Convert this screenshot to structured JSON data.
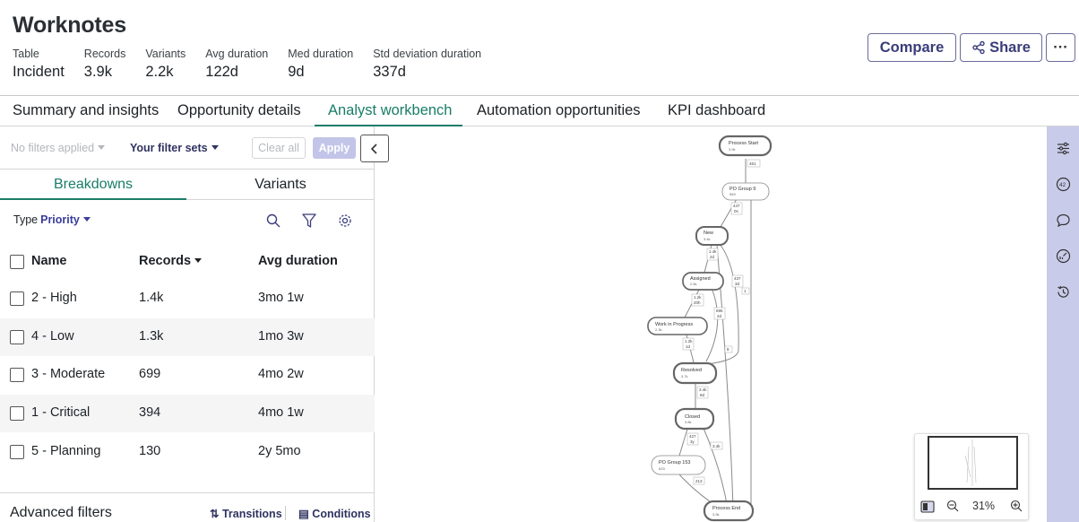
{
  "header": {
    "title": "Worknotes",
    "stats": [
      {
        "label": "Table",
        "value": "Incident"
      },
      {
        "label": "Records",
        "value": "3.9k"
      },
      {
        "label": "Variants",
        "value": "2.2k"
      },
      {
        "label": "Avg duration",
        "value": "122d"
      },
      {
        "label": "Med duration",
        "value": "9d"
      },
      {
        "label": "Std deviation duration",
        "value": "337d"
      }
    ],
    "compare_label": "Compare",
    "share_label": "Share",
    "more_label": "···"
  },
  "tabs": [
    {
      "label": "Summary and insights"
    },
    {
      "label": "Opportunity details"
    },
    {
      "label": "Analyst workbench",
      "active": true
    },
    {
      "label": "Automation opportunities"
    },
    {
      "label": "KPI dashboard"
    }
  ],
  "filters": {
    "no_filters": "No filters applied",
    "filter_sets": "Your filter sets",
    "clear_all": "Clear all",
    "apply": "Apply"
  },
  "subtabs": [
    {
      "label": "Breakdowns",
      "active": true
    },
    {
      "label": "Variants"
    }
  ],
  "type_row": {
    "label": "Type",
    "value": "Priority"
  },
  "table": {
    "columns": [
      "Name",
      "Records",
      "Avg duration"
    ],
    "rows": [
      {
        "name": "2 - High",
        "records": "1.4k",
        "avg": "3mo 1w"
      },
      {
        "name": "4 - Low",
        "records": "1.3k",
        "avg": "1mo 3w"
      },
      {
        "name": "3 - Moderate",
        "records": "699",
        "avg": "4mo 2w"
      },
      {
        "name": "1 - Critical",
        "records": "394",
        "avg": "4mo 1w"
      },
      {
        "name": "5 - Planning",
        "records": "130",
        "avg": "2y 5mo"
      }
    ]
  },
  "advanced": {
    "title": "Advanced filters",
    "transitions": "Transitions",
    "conditions": "Conditions"
  },
  "process_map": {
    "nodes": [
      {
        "id": "start",
        "label": "Process Start",
        "count": "3.9k"
      },
      {
        "id": "po9",
        "label": "PO Group 9",
        "count": "559"
      },
      {
        "id": "new",
        "label": "New",
        "count": "3.4k"
      },
      {
        "id": "assigned",
        "label": "Assigned",
        "count": "2.5k"
      },
      {
        "id": "wip",
        "label": "Work in Progress",
        "count": "2.3k"
      },
      {
        "id": "resolved",
        "label": "Resolved",
        "count": "3.7k"
      },
      {
        "id": "closed",
        "label": "Closed",
        "count": "3.8k"
      },
      {
        "id": "po153",
        "label": "PO Group 153",
        "count": "633"
      },
      {
        "id": "end",
        "label": "Process End",
        "count": "3.9k"
      }
    ],
    "edge_labels": [
      "461",
      "447",
      "0s",
      "1.4k",
      "2d",
      "1.2k",
      "20h",
      "695",
      "2d",
      "437",
      "3d",
      "1",
      "1.2k",
      "1d",
      "8",
      "3.4k",
      "8d",
      "427",
      "3y",
      "3.4k",
      "213"
    ]
  },
  "minimap": {
    "zoom": "31%"
  },
  "colors": {
    "accent_green": "#1a7d68",
    "accent_indigo": "#3a3d7a",
    "rail": "#c9cbea",
    "apply_disabled": "#c2c5e8"
  }
}
